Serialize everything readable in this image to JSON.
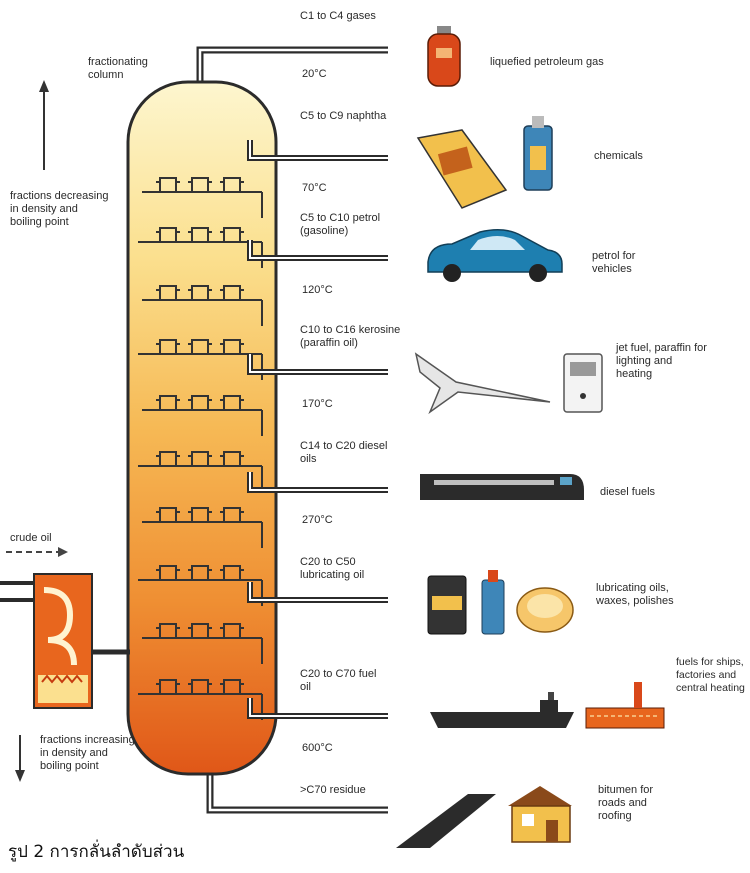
{
  "column_label": "fractionating column",
  "top_note": "fractions decreasing in density and boiling point",
  "bottom_note": "fractions increasing in density and boiling point",
  "crude_label": "crude oil",
  "fractions": [
    {
      "name": "C1 to C4 gases",
      "use": "liquefied petroleum gas"
    },
    {
      "name": "C5 to C9 naphtha",
      "use": "chemicals"
    },
    {
      "name": "C5 to C10 petrol (gasoline)",
      "use": "petrol for vehicles"
    },
    {
      "name": "C10 to C16 kerosine (paraffin oil)",
      "use": "jet fuel, paraffin for lighting and heating"
    },
    {
      "name": "C14 to C20 diesel oils",
      "use": "diesel fuels"
    },
    {
      "name": "C20 to C50 lubricating oil",
      "use": "lubricating oils, waxes, polishes"
    },
    {
      "name": "C20 to C70 fuel oil",
      "use": "fuels for ships, factories and central heating"
    },
    {
      "name": ">C70 residue",
      "use": "bitumen for roads and roofing"
    }
  ],
  "temperatures": [
    "20°C",
    "70°C",
    "120°C",
    "170°C",
    "270°C",
    "600°C"
  ],
  "caption": "รูป 2 การกลั่นลำดับส่วน",
  "colors": {
    "column_top": "#fdf3c4",
    "column_mid": "#f5b14a",
    "column_bottom": "#e2581c",
    "pipe": "#2b2b2b",
    "furnace": "#e8661e",
    "car": "#1e7fb0"
  }
}
